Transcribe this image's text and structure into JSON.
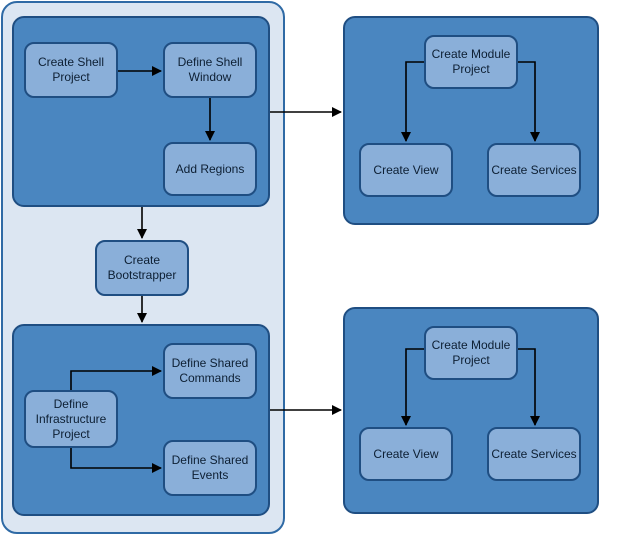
{
  "colors": {
    "outer_background": "#dce6f2",
    "outer_border": "#2f6aa5",
    "group_fill": "#4a86c0",
    "group_border": "#1f4e82",
    "node_fill": "#8aafd9",
    "node_border": "#1f4e82",
    "arrow": "#000000"
  },
  "shell_group": {
    "create_shell_project": "Create Shell\nProject",
    "define_shell_window": "Define Shell\nWindow",
    "add_regions": "Add Regions"
  },
  "bootstrapper": {
    "create_bootstrapper": "Create\nBootstrapper"
  },
  "infrastructure_group": {
    "define_infrastructure_project": "Define\nInfrastructure\nProject",
    "define_shared_commands": "Define Shared\nCommands",
    "define_shared_events": "Define Shared\nEvents"
  },
  "module_groups": [
    {
      "create_module_project": "Create Module\nProject",
      "create_view": "Create View",
      "create_services": "Create Services"
    },
    {
      "create_module_project": "Create Module\nProject",
      "create_view": "Create View",
      "create_services": "Create Services"
    }
  ]
}
